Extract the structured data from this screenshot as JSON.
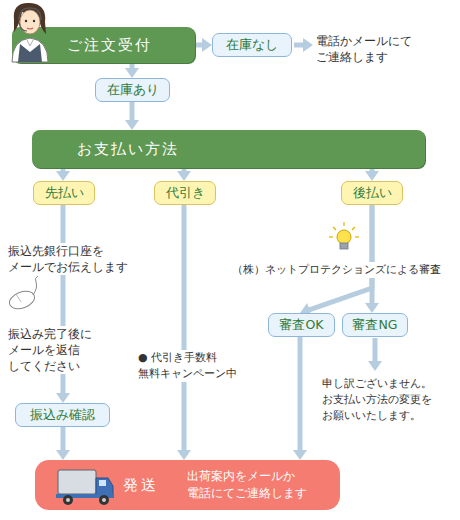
{
  "diagram": {
    "nodes": [
      {
        "text": [
          "ご注文受付"
        ]
      },
      {
        "text": [
          "在庫なし"
        ]
      },
      {
        "text": [
          "在庫あり"
        ]
      },
      {
        "text": [
          "お支払い方法"
        ]
      },
      {
        "text": [
          "先払い"
        ]
      },
      {
        "text": [
          "代引き"
        ]
      },
      {
        "text": [
          "後払い"
        ]
      },
      {
        "text": [
          "振込み確認"
        ]
      },
      {
        "text": [
          "審査OK"
        ]
      },
      {
        "text": [
          "審査NG"
        ]
      },
      {
        "text": [
          "発送",
          "出荷案内をメールか 電話にてご連絡します"
        ]
      }
    ],
    "edges": [
      {
        "from": 0,
        "to": 1,
        "arrow": "to"
      },
      {
        "from": 0,
        "to": 2,
        "arrow": "to"
      },
      {
        "from": 2,
        "to": 3,
        "arrow": "to"
      },
      {
        "from": 3,
        "to": 4,
        "arrow": "to"
      },
      {
        "from": 3,
        "to": 5,
        "arrow": "to"
      },
      {
        "from": 3,
        "to": 6,
        "arrow": "to"
      },
      {
        "from": 4,
        "to": 7,
        "arrow": "to"
      },
      {
        "from": 7,
        "to": 10,
        "arrow": "to"
      },
      {
        "from": 5,
        "to": 10,
        "arrow": "to"
      },
      {
        "from": 6,
        "to": 8,
        "arrow": "to"
      },
      {
        "from": 6,
        "to": 9,
        "arrow": "to"
      },
      {
        "from": 8,
        "to": 10,
        "arrow": "to"
      }
    ],
    "labels": [
      "電話かメールにて ご連絡します",
      "振込先銀行口座を メールでお伝えします",
      "振込み完了後に メールを返信 してください",
      "● 代引き手数料 無料キャンペーン中",
      "（株）ネットプロテクションズによる審査",
      "申し訳ございません。 お支払い方法の変更を お願いいたします。"
    ]
  }
}
